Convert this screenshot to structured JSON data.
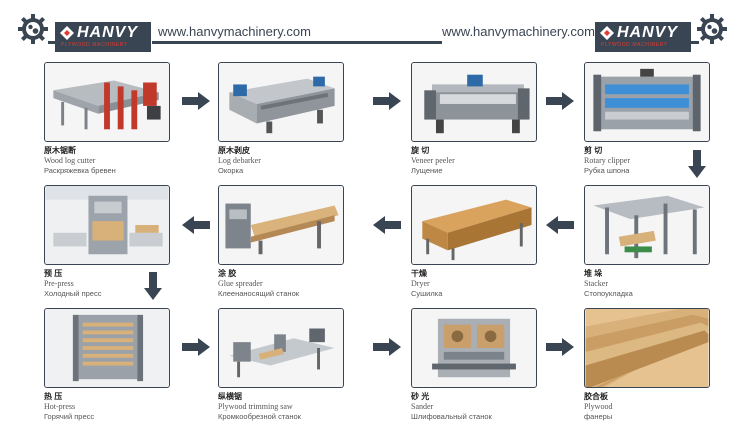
{
  "header": {
    "brand": "HANVY",
    "brand_sub": "PLYWOOD MACHINERY",
    "url_left": "www.hanvymachinery.com",
    "url_right": "www.hanvymachinery.com"
  },
  "colors": {
    "navy": "#3a4553",
    "red": "#e23a2f",
    "wood": "#d8b07a"
  },
  "steps": [
    {
      "zh": "原木锯断",
      "en": "Wood log cutter",
      "ru": "Раскряжевка бревен"
    },
    {
      "zh": "原木剥皮",
      "en": "Log debarker",
      "ru": "Окорка"
    },
    {
      "zh": "旋 切",
      "en": "Veneer peeler",
      "ru": "Лущение"
    },
    {
      "zh": "剪 切",
      "en": "Rotary clipper",
      "ru": "Рубка шпона"
    },
    {
      "zh": "堆 垛",
      "en": "Stacker",
      "ru": "Стопоукладка"
    },
    {
      "zh": "干燥",
      "en": "Dryer",
      "ru": "Сушилка"
    },
    {
      "zh": "涂 胶",
      "en": "Glue spreader",
      "ru": "Клеенаносящий станок"
    },
    {
      "zh": "预 压",
      "en": "Pre-press",
      "ru": "Холодный пресс"
    },
    {
      "zh": "热 压",
      "en": "Hot-press",
      "ru": "Горячий пресс"
    },
    {
      "zh": "纵横锯",
      "en": "Plywood trimming saw",
      "ru": "Кромкообрезной станок"
    },
    {
      "zh": "砂 光",
      "en": "Sander",
      "ru": "Шлифовальный станок"
    },
    {
      "zh": "胶合板",
      "en": "Plywood",
      "ru": "фанеры"
    }
  ]
}
